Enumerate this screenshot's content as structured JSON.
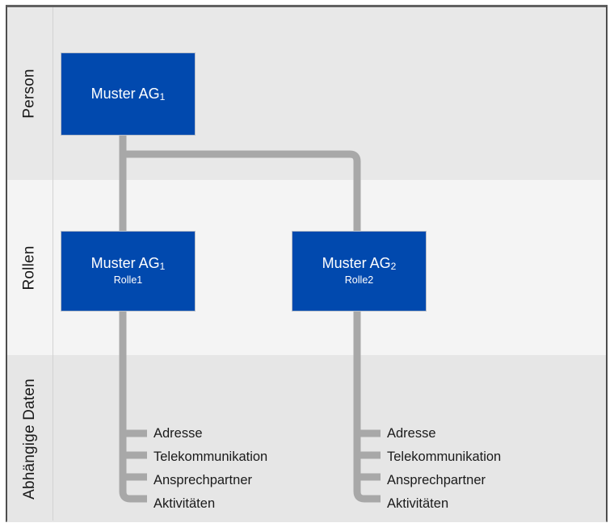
{
  "diagram": {
    "bands": [
      {
        "key": "person",
        "label": "Person"
      },
      {
        "key": "rollen",
        "label": "Rollen"
      },
      {
        "key": "daten",
        "label": "Abhängige Daten"
      }
    ],
    "nodes": {
      "person": {
        "title": "Muster AG",
        "title_subscript": "1",
        "subtitle": ""
      },
      "rolle1": {
        "title": "Muster AG",
        "title_subscript": "1",
        "subtitle": "Rolle1"
      },
      "rolle2": {
        "title": "Muster AG",
        "title_subscript": "2",
        "subtitle": "Rolle2"
      }
    },
    "dependent_data": {
      "left": [
        "Adresse",
        "Telekommunikation",
        "Ansprechpartner",
        "Aktivitäten"
      ],
      "right": [
        "Adresse",
        "Telekommunikation",
        "Ansprechpartner",
        "Aktivitäten"
      ]
    },
    "colors": {
      "node_fill": "#0149ae",
      "node_text": "#ffffff",
      "connector": "#a8a8a8",
      "band_person": "#e8e8e8",
      "band_rollen": "#f4f4f4",
      "band_daten": "#e6e6e6",
      "frame_border": "#4d4d4d",
      "label_text": "#1a1a1a"
    }
  }
}
